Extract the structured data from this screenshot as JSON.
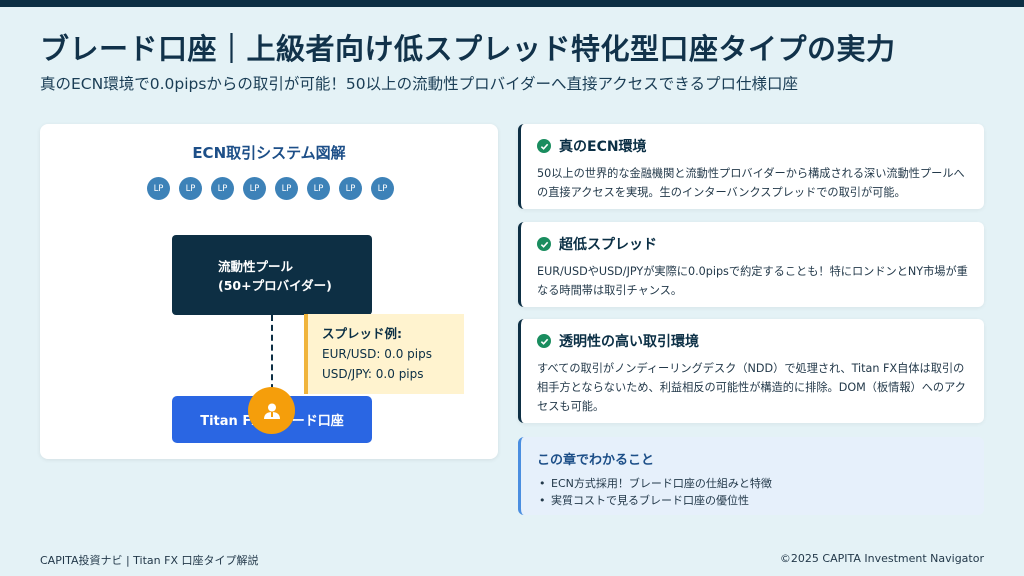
{
  "header": {
    "title": "ブレード口座｜上級者向け低スプレッド特化型口座タイプの実力",
    "subtitle": "真のECN環境で0.0pipsからの取引が可能！50以上の流動性プロバイダーへ直接アクセスできるプロ仕様口座"
  },
  "diagram": {
    "title": "ECN取引システム図解",
    "lp_labels": [
      "LP",
      "LP",
      "LP",
      "LP",
      "LP",
      "LP",
      "LP",
      "LP"
    ],
    "pool_line1": "流動性プール",
    "pool_line2": "(50+プロバイダー)",
    "spread_title": "スプレッド例:",
    "spread_line1": "EUR/USD: 0.0 pips",
    "spread_line2": "USD/JPY: 0.0 pips",
    "account_label": "Titan FX ブレード口座",
    "account_icon": "user-icon"
  },
  "features": [
    {
      "title": "真のECN環境",
      "icon": "check-circle-icon",
      "body": "50以上の世界的な金融機関と流動性プロバイダーから構成される深い流動性プールへの直接アクセスを実現。生のインターバンクスプレッドでの取引が可能。"
    },
    {
      "title": "超低スプレッド",
      "icon": "check-circle-icon",
      "body": "EUR/USDやUSD/JPYが実際に0.0pipsで約定することも！特にロンドンとNY市場が重なる時間帯は取引チャンス。"
    },
    {
      "title": "透明性の高い取引環境",
      "icon": "check-circle-icon",
      "body": "すべての取引がノンディーリングデスク（NDD）で処理され、Titan FX自体は取引の相手方とならないため、利益相反の可能性が構造的に排除。DOM（板情報）へのアクセスも可能。"
    }
  ],
  "summary": {
    "title": "この章でわかること",
    "items": [
      "ECN方式採用！ブレード口座の仕組みと特徴",
      "実質コストで見るブレード口座の優位性"
    ]
  },
  "footer": {
    "left": "CAPITA投資ナビ | Titan FX 口座タイプ解説",
    "right": "©2025 CAPITA Investment Navigator"
  },
  "colors": {
    "background": "#e4f2f6",
    "navy": "#0d2f44",
    "accent_blue": "#2a66e3",
    "lp_blue": "#3d82b8",
    "badge_orange": "#f59e0b",
    "spread_bg": "#fff3cf",
    "check_green": "#1a8d5f"
  }
}
